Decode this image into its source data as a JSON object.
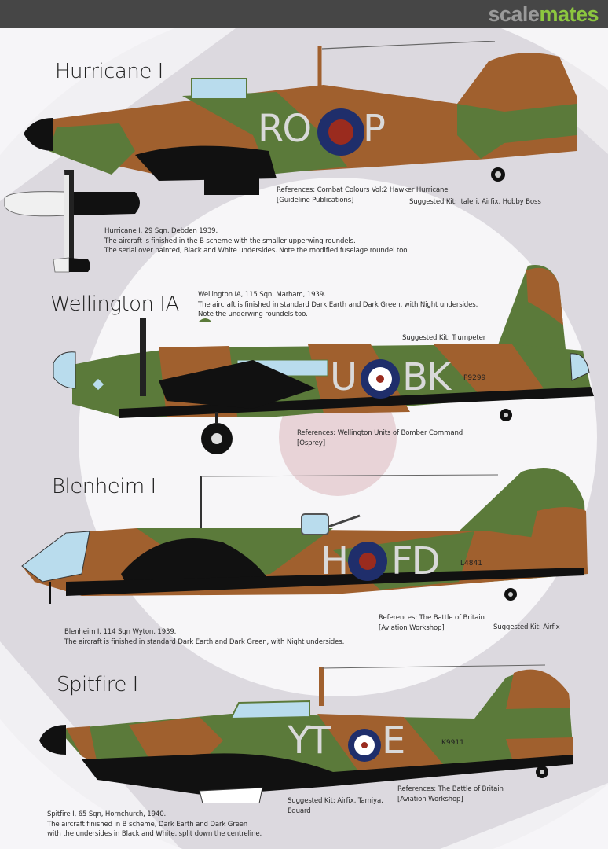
{
  "header": {
    "logo_part1": "scale",
    "logo_part2": "mates"
  },
  "colors": {
    "dark_earth": "#a0602e",
    "dark_green": "#5b7a3a",
    "night": "#111111",
    "roundel_blue": "#1f2e6b",
    "roundel_red": "#9a2b1e",
    "code_grey": "#d9d9d9",
    "canopy": "#b9dced",
    "bg_outer": "#dcd9df",
    "bg_center": "#e9d2d6",
    "logo_grey": "#9a9a9a",
    "logo_green": "#8cc63f"
  },
  "aircraft": [
    {
      "name": "Hurricane I",
      "code_left": "RO",
      "code_right": "P",
      "references": [
        "References:  Combat Colours Vol:2 Hawker Hurricane",
        "[Guideline Publications]"
      ],
      "suggested_kit": "Suggested Kit: Italeri, Airfix, Hobby Boss",
      "description": [
        "Hurricane I, 29 Sqn, Debden 1939.",
        "The aircraft is finished in the B scheme with the smaller upperwing roundels.",
        "The serial over painted, Black and White undersides. Note the modified fuselage roundel too."
      ]
    },
    {
      "name": "Wellington IA",
      "code_left": "U",
      "code_right": "BK",
      "serial": "P9299",
      "references": [
        "References:  Wellington Units of Bomber Command",
        "[Osprey]"
      ],
      "suggested_kit": "Suggested Kit: Trumpeter",
      "description": [
        "Wellington IA, 115 Sqn, Marham, 1939.",
        "The aircraft is finished in standard Dark Earth and Dark Green, with Night undersides.",
        "Note the underwing roundels too."
      ]
    },
    {
      "name": "Blenheim I",
      "code_left": "H",
      "code_right": "FD",
      "serial": "L4841",
      "references": [
        "References: The Battle of Britain",
        "[Aviation Workshop]"
      ],
      "suggested_kit": "Suggested Kit: Airfix",
      "description": [
        "Blenheim I, 114 Sqn Wyton, 1939.",
        "The aircraft is finished in standard Dark Earth and Dark Green, with Night undersides."
      ]
    },
    {
      "name": "Spitfire I",
      "code_left": "YT",
      "code_right": "E",
      "serial": "K9911",
      "references": [
        "References: The Battle of Britain",
        "[Aviation Workshop]"
      ],
      "suggested_kit": [
        "Suggested Kit: Airfix, Tamiya,",
        "Eduard"
      ],
      "description": [
        "Spitfire I, 65 Sqn, Hornchurch, 1940.",
        "The aircraft finished in B scheme, Dark Earth and Dark Green",
        "with the undersides in Black and White, split down the centreline."
      ]
    }
  ]
}
